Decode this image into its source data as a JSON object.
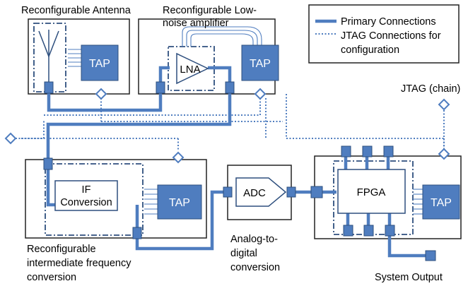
{
  "labels": {
    "antenna": "Reconfigurable Antenna",
    "lna_line1": "Reconfigurable Low-",
    "lna_line2": "noise amplifier",
    "if_line1": "Reconfigurable",
    "if_line2": "intermediate frequency",
    "if_line3": "conversion",
    "adc_line1": "Analog-to-",
    "adc_line2": "digital",
    "adc_line3": "conversion",
    "jtag_chain": "JTAG (chain)",
    "system_output": "System Output"
  },
  "legend": {
    "primary": "Primary Connections",
    "jtag_line1": "JTAG Connections for",
    "jtag_line2": "configuration"
  },
  "blocks": {
    "tap": "TAP",
    "lna": "LNA",
    "if_line1": "IF",
    "if_line2": "Conversion",
    "adc": "ADC",
    "fpga": "FPGA"
  },
  "colors": {
    "primary": "#4F7DBF",
    "tap_fill": "#4F7DBF",
    "tap_border": "#2E4F7E",
    "box_border": "#222222"
  }
}
